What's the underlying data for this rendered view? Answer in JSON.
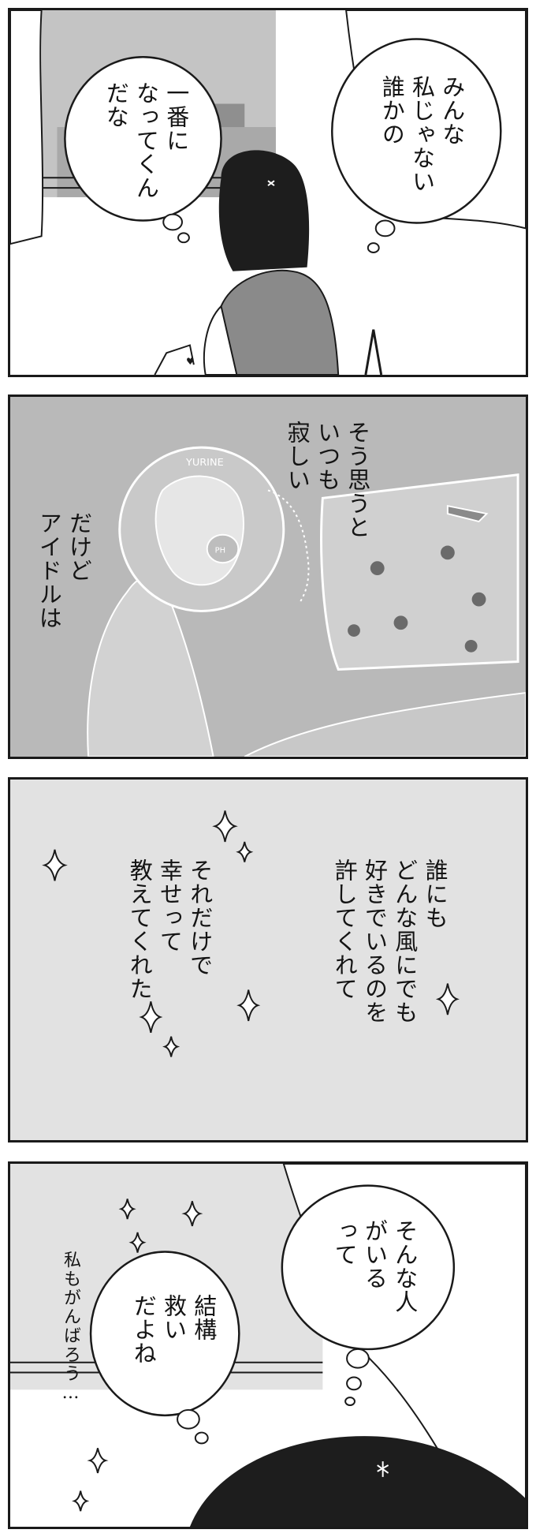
{
  "panels": [
    {
      "scene": "girl-at-window",
      "bubbles": [
        {
          "lines": [
            "みんな",
            "私じゃない",
            "誰かの"
          ]
        },
        {
          "lines": [
            "一番に",
            "なってくん",
            "だな"
          ]
        }
      ]
    },
    {
      "scene": "acrylic-keychain",
      "keychain_text": "YURINE",
      "badge_text": "PH",
      "texts": [
        {
          "lines": [
            "そう思うと",
            "いつも",
            "寂しい"
          ]
        },
        {
          "lines": [
            "だけど",
            "アイドルは"
          ]
        }
      ]
    },
    {
      "scene": "sparkles",
      "texts": [
        {
          "lines": [
            "誰にも",
            "どんな風にでも",
            "好きでいるのを",
            "許してくれて"
          ]
        },
        {
          "lines": [
            "それだけで",
            "幸せって",
            "教えてくれた"
          ]
        }
      ]
    },
    {
      "scene": "girl-back-of-head",
      "bubbles": [
        {
          "lines": [
            "そんな人",
            "がいる",
            "って"
          ]
        },
        {
          "lines": [
            "結構",
            "救い",
            "だよね"
          ]
        }
      ],
      "handwritten": "私もがんばろう…"
    }
  ],
  "colors": {
    "ink": "#141414",
    "gray": "#bcbcbc",
    "light_gray": "#e2e2e2",
    "paper": "#ffffff"
  }
}
